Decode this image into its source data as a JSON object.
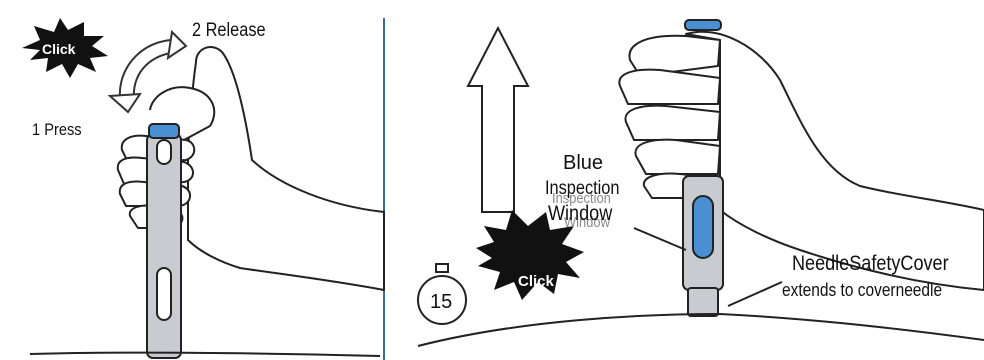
{
  "left_panel": {
    "burst_text": "Click",
    "release_label": "2 Release",
    "press_label": "1 Press"
  },
  "right_panel": {
    "burst_text": "Click",
    "timer_number": "15",
    "blue_label": "Blue",
    "inspection_label": "Inspection",
    "window_label": "Window",
    "ghost_label_1": "Inspection",
    "ghost_label_2": "Window",
    "cover_label_1": "NeedleSafetyCover",
    "cover_label_2": "extends to coverneedle"
  },
  "colors": {
    "divider": "#3a6f9a",
    "pen_body": "#c8ccd0",
    "pen_blue": "#4a8fd1",
    "burst": "#111111",
    "stroke": "#222222"
  }
}
